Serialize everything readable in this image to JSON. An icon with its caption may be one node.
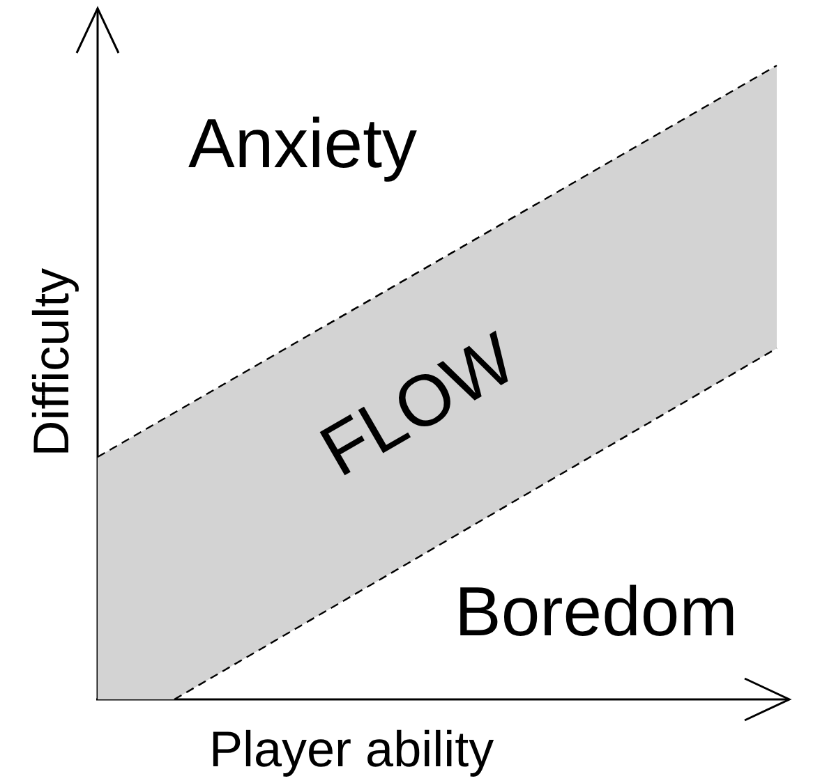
{
  "diagram": {
    "nodes": [
      {
        "text": [
          "FLOW"
        ]
      }
    ],
    "edges": [],
    "labels": [
      "Anxiety",
      "Boredom",
      "Difficulty",
      "Player ability"
    ]
  }
}
